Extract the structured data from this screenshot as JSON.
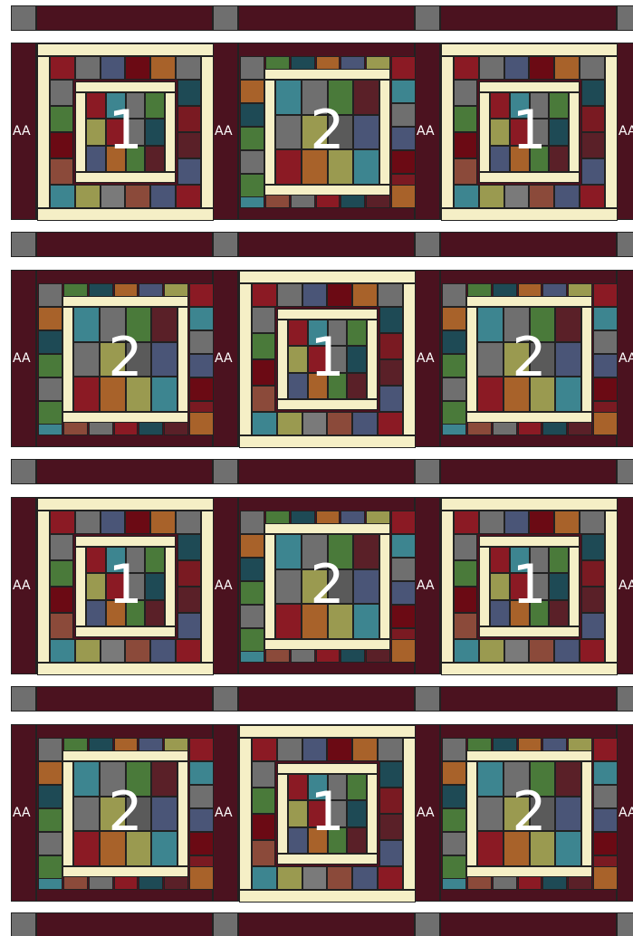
{
  "palette": {
    "background": "#ffffff",
    "maroon": "#4b121f",
    "cream": "#f5efc6",
    "gray": "#6f6f6f",
    "outline": "#222222",
    "label": "#ffffff"
  },
  "sashing_label": "AA",
  "block_labels": {
    "one": "1",
    "two": "2"
  },
  "layout": [
    [
      "1",
      "2",
      "1"
    ],
    [
      "2",
      "1",
      "2"
    ],
    [
      "1",
      "2",
      "1"
    ],
    [
      "2",
      "1",
      "2"
    ]
  ],
  "patterns": {
    "1": {
      "outer": [
        "#8b1a24",
        "#6f6f6f",
        "#4a5577",
        "#6b0a14",
        "#a8622a",
        "#6f6f6f",
        "#3d8590",
        "#9a9a50",
        "#7a7a7a",
        "#8b4a3a",
        "#4a5577",
        "#8b1a24",
        "#6f6f6f",
        "#4a7a3a",
        "#6b0a14",
        "#8b4a3a",
        "#1e4a55",
        "#7a1a22",
        "#5a2028",
        "#4a5577"
      ],
      "inner": [
        "#8b1a24",
        "#3d8590",
        "#6f6f6f",
        "#4a7a3a",
        "#9a9a50",
        "#8b1a24",
        "#6f6f6f",
        "#1e4a55",
        "#4a5577",
        "#a8622a",
        "#4a7a3a",
        "#5a2028"
      ]
    },
    "2": {
      "outer": [
        "#6f6f6f",
        "#4a7a3a",
        "#1e4a55",
        "#a8622a",
        "#4a5577",
        "#9a9a50",
        "#8b1a24",
        "#3d8590",
        "#6f6f6f",
        "#4a5577",
        "#6b0a14",
        "#7a1a22",
        "#a8622a",
        "#5a2028",
        "#1e4a55",
        "#8b1a24",
        "#6f6f6f",
        "#8b4a3a",
        "#3d8590",
        "#4a7a3a"
      ],
      "inner": [
        "#3d8590",
        "#6f6f6f",
        "#4a7a3a",
        "#5a2028",
        "#6f6f6f",
        "#9a9a50",
        "#5a5a5a",
        "#4a5577",
        "#8b1a24",
        "#a8622a",
        "#9a9a50",
        "#3d8590"
      ]
    }
  }
}
